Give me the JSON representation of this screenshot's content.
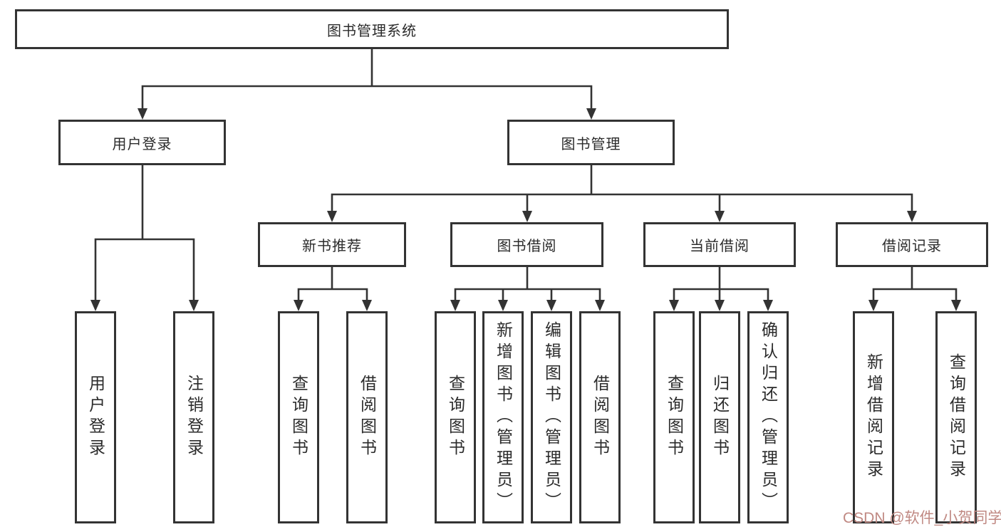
{
  "tree": {
    "root": "图书管理系统",
    "children": [
      {
        "label": "用户登录",
        "children": [
          "用户登录",
          "注销登录"
        ]
      },
      {
        "label": "图书管理",
        "children": [
          {
            "label": "新书推荐",
            "children": [
              "查询图书",
              "借阅图书"
            ]
          },
          {
            "label": "图书借阅",
            "children": [
              "查询图书",
              "新增图书（管理员）",
              "编辑图书（管理员）",
              "借阅图书"
            ]
          },
          {
            "label": "当前借阅",
            "children": [
              "查询图书",
              "归还图书",
              "确认归还（管理员）"
            ]
          },
          {
            "label": "借阅记录",
            "children": [
              "新增借阅记录",
              "查询借阅记录"
            ]
          }
        ]
      }
    ]
  },
  "watermark": {
    "text": "CSDN @软件_小贺同学"
  },
  "colors": {
    "line": "#333333",
    "box_border": "#333333",
    "text": "#2b2b2b",
    "background": "#ffffff",
    "watermark": "#c08983"
  }
}
